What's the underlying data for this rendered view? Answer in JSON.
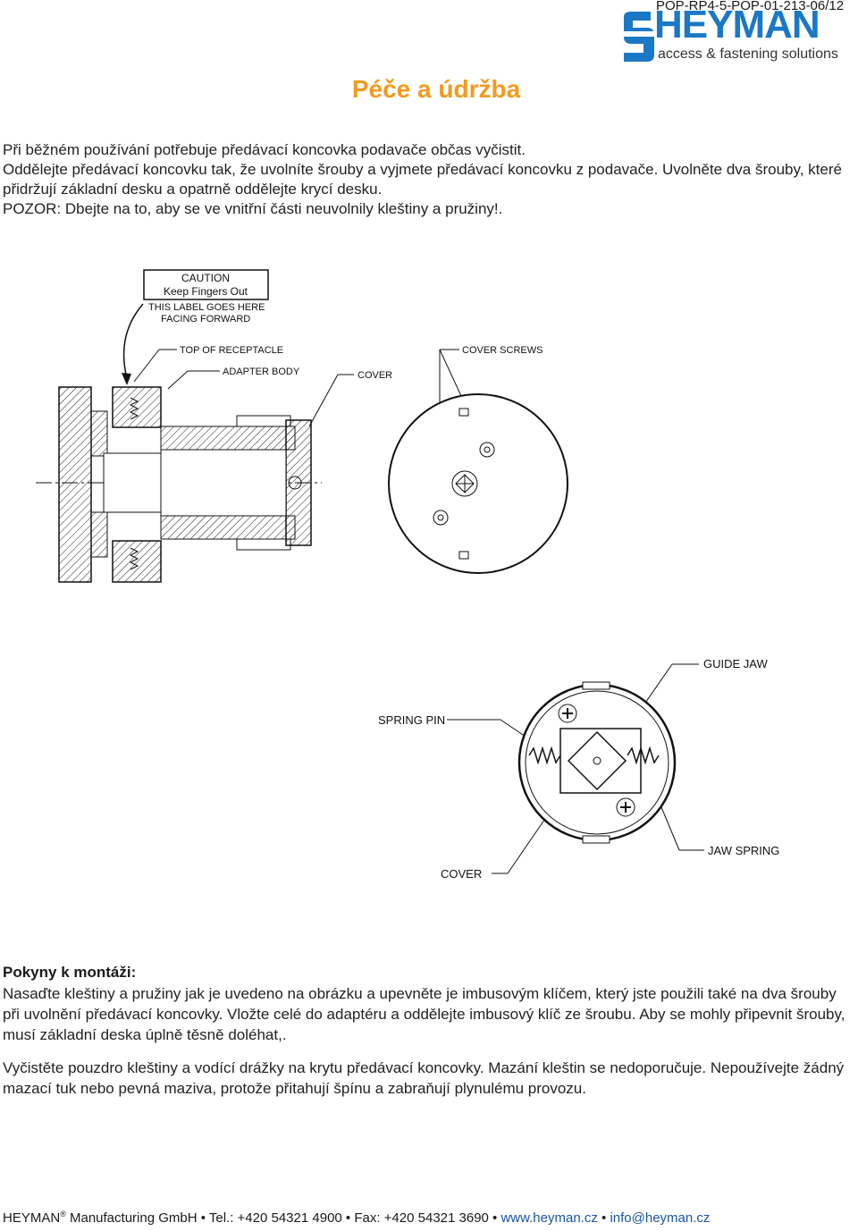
{
  "header": {
    "doc_id": "POP-RP4-5-POP-01-213-06/12",
    "logo_word": "HEYMAN",
    "logo_tagline": "access & fastening solutions"
  },
  "title": "Péče a údržba",
  "intro": [
    "Při běžném používání potřebuje předávací koncovka podavače občas vyčistit.",
    "Oddělejte předávací koncovku tak, že uvolníte šrouby a vyjmete předávací koncovku z podavače. Uvolněte dva šrouby, které přidržují základní desku a opatrně oddělejte krycí desku.",
    "POZOR: Dbejte na to, aby se ve vnitřní části neuvolnily kleštiny a pružiny!."
  ],
  "figure1": {
    "caution_line1": "CAUTION",
    "caution_line2": "Keep Fingers Out",
    "label_note_line1": "THIS LABEL GOES HERE",
    "label_note_line2": "FACING FORWARD",
    "top_of_receptacle": "TOP OF RECEPTACLE",
    "adapter_body": "ADAPTER BODY",
    "cover": "COVER",
    "cover_screws": "COVER SCREWS"
  },
  "figure2": {
    "guide_jaw": "GUIDE JAW",
    "spring_pin": "SPRING PIN",
    "jaw_spring": "JAW SPRING",
    "cover": "COVER"
  },
  "assembly": {
    "heading": "Pokyny k montáži:",
    "paragraph1": "Nasaďte kleštiny a pružiny jak je uvedeno na obrázku a upevněte je imbusovým klíčem, který jste použili také na dva šrouby při uvolnění předávací koncovky. Vložte celé do adaptéru a oddělejte imbusový klíč ze šroubu. Aby se mohly připevnit šrouby, musí základní deska úplně těsně doléhat,.",
    "paragraph2": "Vyčistěte pouzdro kleštiny a vodící drážky na krytu předávací koncovky. Mazání kleštin se nedoporučuje. Nepoužívejte žádný mazací tuk nebo pevná maziva, protože přitahují špínu a zabraňují plynulému provozu."
  },
  "footer": {
    "company": "HEYMAN",
    "registered": "®",
    "company_rest": " Manufacturing GmbH • Tel.: +420 54321 4900 • Fax: +420 54321 3690 • ",
    "website": "www.heyman.cz",
    "sep": " • ",
    "email": "info@heyman.cz"
  },
  "colors": {
    "title": "#f39a1e",
    "logo": "#1b78c6",
    "link": "#1a56a6"
  }
}
